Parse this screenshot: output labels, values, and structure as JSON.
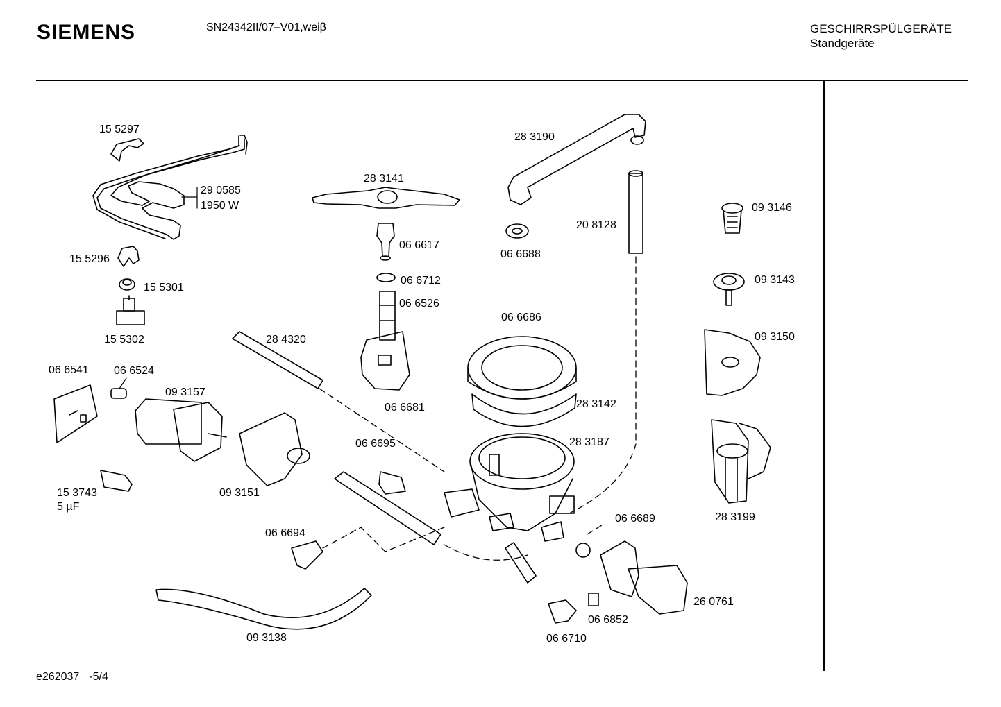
{
  "header": {
    "brand": "SIEMENS",
    "model": "SN24342II/07–V01,weiβ",
    "category_line1": "GESCHIRRSPÜLGERÄTE",
    "category_line2": "Standgeräte"
  },
  "footer": {
    "drawing_id": "e262037",
    "sheet": "-5/4"
  },
  "parts": [
    {
      "id": "p155297",
      "number": "15 5297"
    },
    {
      "id": "p290585",
      "number": "29 0585",
      "note": "1950 W"
    },
    {
      "id": "p155296",
      "number": "15 5296"
    },
    {
      "id": "p155301",
      "number": "15 5301"
    },
    {
      "id": "p155302",
      "number": "15 5302"
    },
    {
      "id": "p283141",
      "number": "28 3141"
    },
    {
      "id": "p066617",
      "number": "06 6617"
    },
    {
      "id": "p066712",
      "number": "06 6712"
    },
    {
      "id": "p066526",
      "number": "06 6526"
    },
    {
      "id": "p066681",
      "number": "06 6681"
    },
    {
      "id": "p283190",
      "number": "28 3190"
    },
    {
      "id": "p066688",
      "number": "06 6688"
    },
    {
      "id": "p208128",
      "number": "20 8128"
    },
    {
      "id": "p093146",
      "number": "09 3146"
    },
    {
      "id": "p093143",
      "number": "09 3143"
    },
    {
      "id": "p093150",
      "number": "09 3150"
    },
    {
      "id": "p283199",
      "number": "28 3199"
    },
    {
      "id": "p066686",
      "number": "06 6686"
    },
    {
      "id": "p283142",
      "number": "28 3142"
    },
    {
      "id": "p283187",
      "number": "28 3187"
    },
    {
      "id": "p284320",
      "number": "28 4320"
    },
    {
      "id": "p066541",
      "number": "06 6541"
    },
    {
      "id": "p066524",
      "number": "06 6524"
    },
    {
      "id": "p093157",
      "number": "09 3157"
    },
    {
      "id": "p153743",
      "number": "15 3743",
      "note": "5 µF"
    },
    {
      "id": "p093151",
      "number": "09 3151"
    },
    {
      "id": "p066695",
      "number": "06 6695"
    },
    {
      "id": "p066694",
      "number": "06 6694"
    },
    {
      "id": "p093138",
      "number": "09 3138"
    },
    {
      "id": "p066689",
      "number": "06 6689"
    },
    {
      "id": "p260761",
      "number": "26 0761"
    },
    {
      "id": "p066852",
      "number": "06 6852"
    },
    {
      "id": "p066710",
      "number": "06 6710"
    }
  ]
}
